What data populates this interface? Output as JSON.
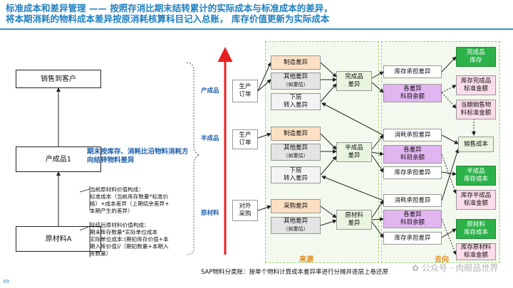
{
  "title": {
    "line1": "标准成本和差异管理 —— 按照存消比期末结转累计的实际成本与标准成本的差异，",
    "line2": "将本期消耗的物料成本差异按原消耗核算科目记入总账， 库存价值更新为实际成本"
  },
  "left_chain": {
    "customer": "销售到客户",
    "product": "产成品1",
    "raw": "原材料A"
  },
  "stages": {
    "finished": "产成品",
    "semi": "半成品",
    "raw": "原材料"
  },
  "blue_note": "期末按库存、消耗比沿物料消耗方向结转物料差异",
  "notes": {
    "current": [
      "当前原材料价值构成：",
      "标准成本（当前库存数量*标准价",
      "格）+成本差异（上期结余差异+",
      "本期产生的差异）"
    ],
    "month_end": [
      "月结后原材料价值构成：",
      "期末库存数量*实际单位成本",
      "实际单位成本:(期初库存价值+本",
      "期入库价值)/（期初数量+本期入",
      "库数量）"
    ]
  },
  "orders": {
    "production1": "生产\n订单",
    "production2": "生产\n订单",
    "purchase": "对外\n采购"
  },
  "variances": {
    "manufacturing1": "制造差异",
    "other1": "其他差异",
    "other1_sub": "（如重估）",
    "lower1": "下层\n转入差异",
    "manufacturing2": "制造差异",
    "other2": "其他差异",
    "other2_sub": "（如重估）",
    "lower2": "下层\n转入差异",
    "purchase": "采购差异",
    "other3": "其他差异",
    "other3_sub": "（如重估）"
  },
  "totals": {
    "finished": "完成品\n差异",
    "semi": "半成品\n差异",
    "raw": "原材料\n差异"
  },
  "middle": {
    "inv_bear1": "库存承担差异",
    "each_balance1": "各差异\n科目余额",
    "consume_bear2": "消耗承担差异",
    "each_balance2": "各差异\n科目余额",
    "inv_bear2": "库存承担差异",
    "consume_bear3": "消耗承担差异",
    "each_balance3": "各差异\n科目余额",
    "inv_bear3": "库存承担差异"
  },
  "right": {
    "fg_inventory": "完成品\n库存",
    "fg_std": "库存完成品\n标准金额",
    "sold_std": "当期销售物\n料标准金额",
    "cogs": "销售成本",
    "semi_cost": "半成品\n库存成本",
    "semi_std": "库存半成品\n标准金额",
    "raw_cost": "原材料\n库存成本",
    "raw_std": "库存原材料\n标准金额"
  },
  "zones": {
    "source": "来源",
    "destination": "去向"
  },
  "footer": "SAP物料分类账：按单个物料计算成本差异率进行分摊并逐层上卷还原",
  "page_number": "49",
  "watermark": "公众号 · 肉眼品世界",
  "colors": {
    "title": "#1f7fbf",
    "arrow_red": "#e52020",
    "green": "#2db24a",
    "purple": "#e1b5f0",
    "orange": "#fde0c4"
  }
}
